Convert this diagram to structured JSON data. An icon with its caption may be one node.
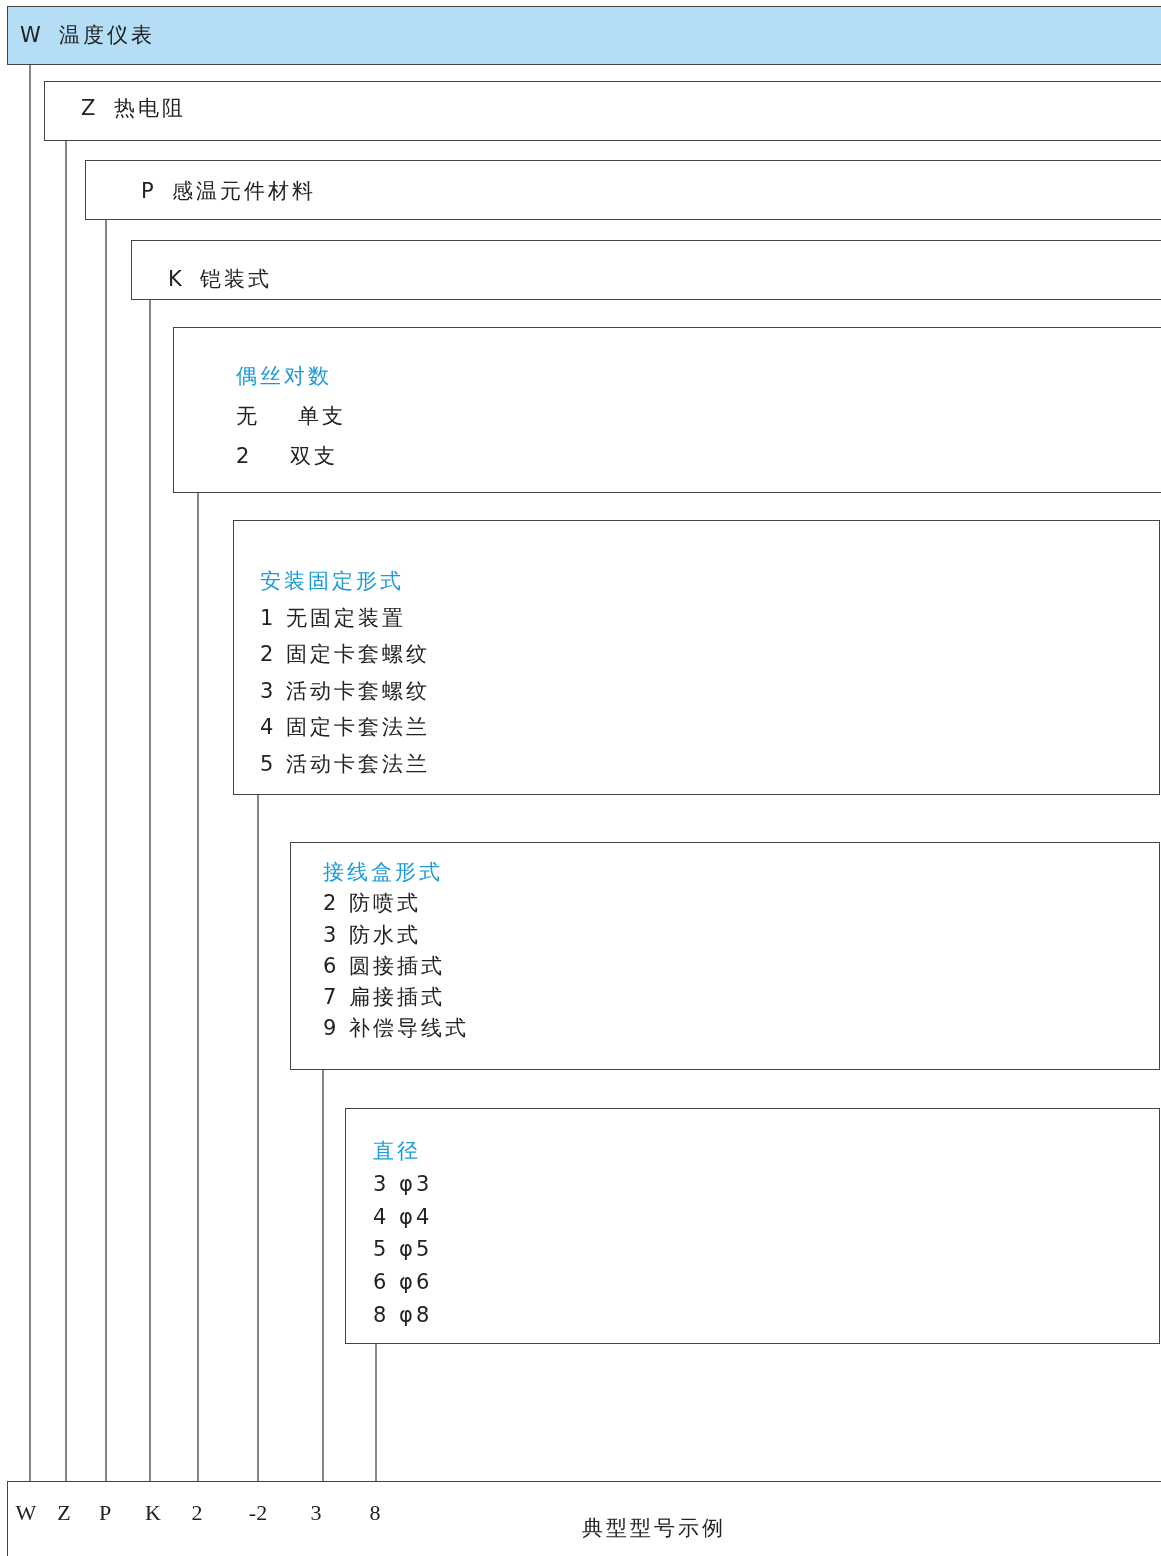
{
  "diagram": {
    "nodes": [
      {
        "text": [
          "W 温度仪表"
        ]
      },
      {
        "text": [
          "Z 热电阻"
        ]
      },
      {
        "text": [
          "P 感温元件材料"
        ]
      },
      {
        "text": [
          "K 铠装式"
        ]
      },
      {
        "text": [
          "偶丝对数",
          "无 单支",
          "2 双支"
        ]
      },
      {
        "text": [
          "安装固定形式",
          "1 无固定装置",
          "2 固定卡套螺纹",
          "3 活动卡套螺纹",
          "4 固定卡套法兰",
          "5 活动卡套法兰"
        ]
      },
      {
        "text": [
          "接线盒形式",
          "2 防喷式",
          "3 防水式",
          "6 圆接插式",
          "7 扁接插式",
          "9 补偿导线式"
        ]
      },
      {
        "text": [
          "直径",
          "3 φ3",
          "4 φ4",
          "5 φ5",
          "6 φ6",
          "8 φ8"
        ]
      },
      {
        "text": [
          "典型型号示例"
        ]
      },
      {
        "text": [
          "W"
        ],
        "in": 8
      },
      {
        "text": [
          "Z"
        ],
        "in": 8
      },
      {
        "text": [
          "P"
        ],
        "in": 8
      },
      {
        "text": [
          "K"
        ],
        "in": 8
      },
      {
        "text": [
          "2"
        ],
        "in": 8
      },
      {
        "text": [
          "-2"
        ],
        "in": 8
      },
      {
        "text": [
          "3"
        ],
        "in": 8
      },
      {
        "text": [
          "8"
        ],
        "in": 8
      }
    ],
    "edges": [
      {
        "from": 0,
        "to": 9,
        "arrow": "none"
      },
      {
        "from": 1,
        "to": 10,
        "arrow": "none"
      },
      {
        "from": 2,
        "to": 11,
        "arrow": "none"
      },
      {
        "from": 3,
        "to": 12,
        "arrow": "none"
      },
      {
        "from": 4,
        "to": 13,
        "arrow": "none"
      },
      {
        "from": 5,
        "to": 14,
        "arrow": "none"
      },
      {
        "from": 6,
        "to": 15,
        "arrow": "none"
      },
      {
        "from": 7,
        "to": 16,
        "arrow": "none"
      }
    ]
  }
}
